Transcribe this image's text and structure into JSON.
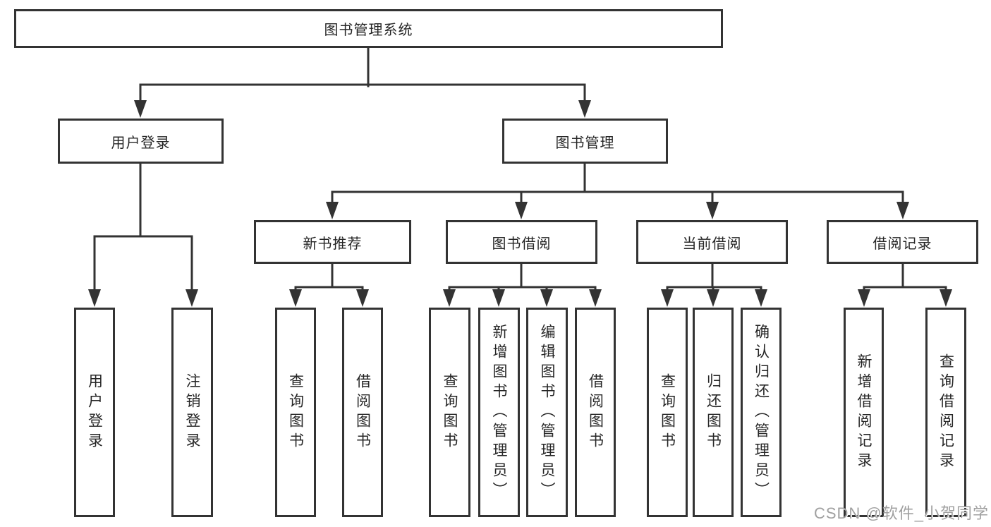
{
  "tree": {
    "label": "图书管理系统",
    "children": [
      {
        "label": "用户登录",
        "children": [
          {
            "label": "用户登录"
          },
          {
            "label": "注销登录"
          }
        ]
      },
      {
        "label": "图书管理",
        "children": [
          {
            "label": "新书推荐",
            "children": [
              {
                "label": "查询图书"
              },
              {
                "label": "借阅图书"
              }
            ]
          },
          {
            "label": "图书借阅",
            "children": [
              {
                "label": "查询图书"
              },
              {
                "label": "新增图书（管理员）"
              },
              {
                "label": "编辑图书（管理员）"
              },
              {
                "label": "借阅图书"
              }
            ]
          },
          {
            "label": "当前借阅",
            "children": [
              {
                "label": "查询图书"
              },
              {
                "label": "归还图书"
              },
              {
                "label": "确认归还（管理员）"
              }
            ]
          },
          {
            "label": "借阅记录",
            "children": [
              {
                "label": "新增借阅记录"
              },
              {
                "label": "查询借阅记录"
              }
            ]
          }
        ]
      }
    ]
  },
  "watermark": "CSDN @软件_小贺同学",
  "colors": {
    "line": "#333333",
    "box_border": "#333333",
    "text": "#262626",
    "watermark": "#a0a0a0",
    "background": "#ffffff"
  }
}
